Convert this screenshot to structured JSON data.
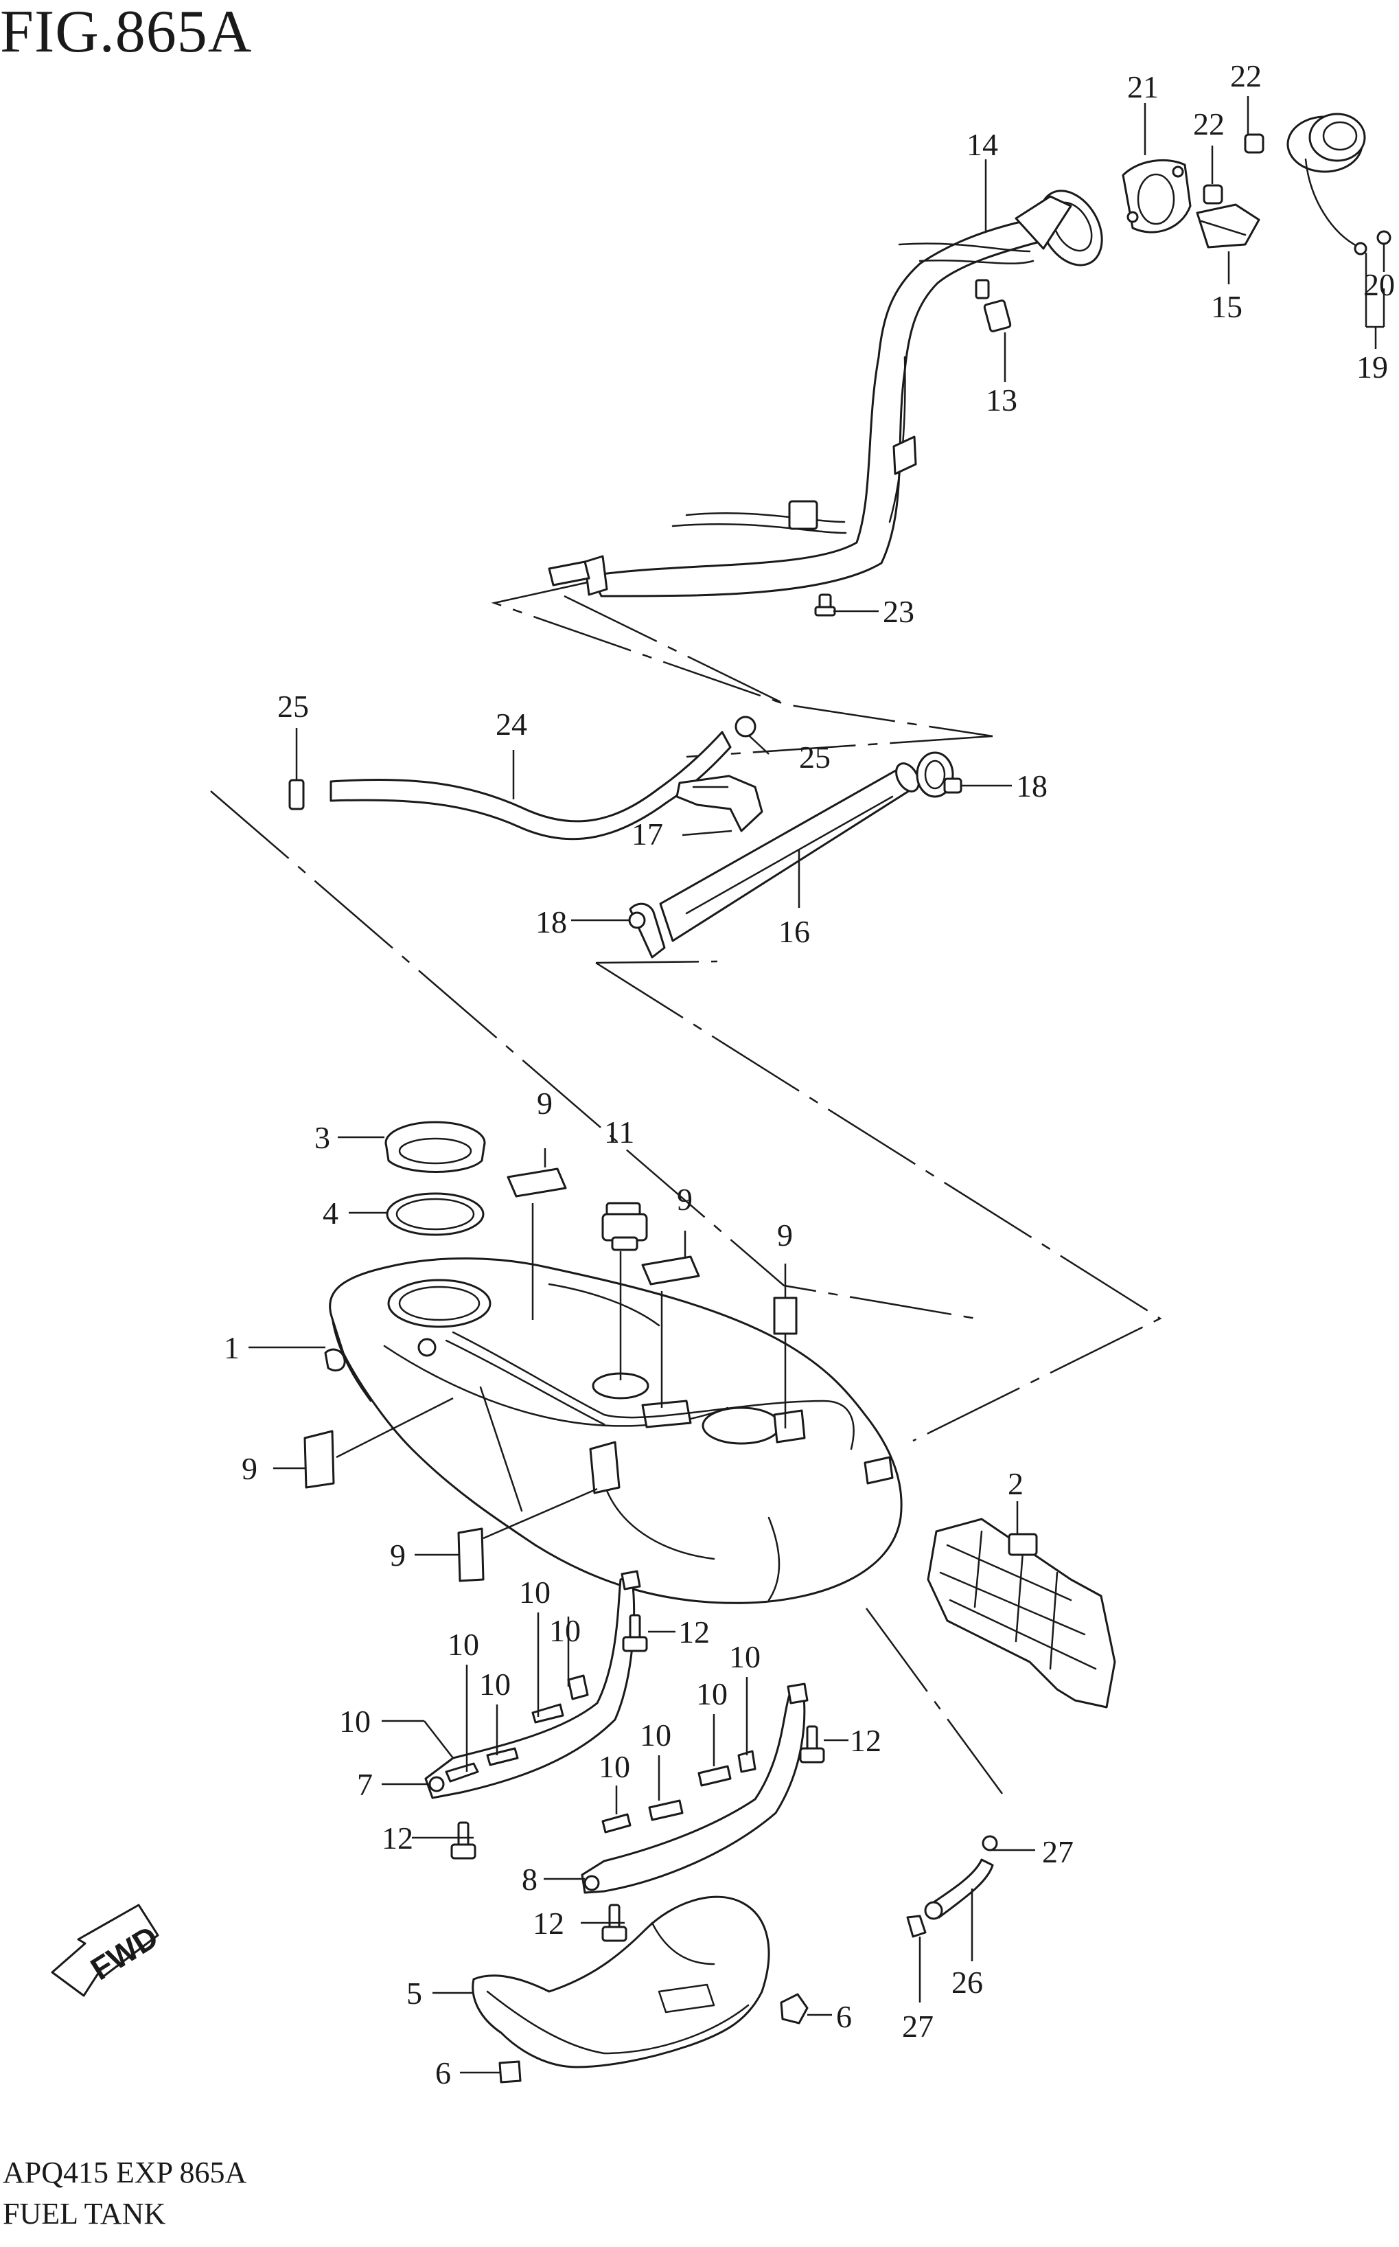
{
  "header": {
    "figure_title": "FIG.865A"
  },
  "footer": {
    "drawing_code": "APQ415 EXP 865A",
    "drawing_name": "FUEL TANK"
  },
  "direction_badge": {
    "label": "FWD"
  },
  "callouts": [
    {
      "id": "c1",
      "label": "1"
    },
    {
      "id": "c2",
      "label": "2"
    },
    {
      "id": "c3",
      "label": "3"
    },
    {
      "id": "c4",
      "label": "4"
    },
    {
      "id": "c5",
      "label": "5"
    },
    {
      "id": "c6a",
      "label": "6"
    },
    {
      "id": "c6b",
      "label": "6"
    },
    {
      "id": "c7",
      "label": "7"
    },
    {
      "id": "c8",
      "label": "8"
    },
    {
      "id": "c9a",
      "label": "9"
    },
    {
      "id": "c9b",
      "label": "9"
    },
    {
      "id": "c9c",
      "label": "9"
    },
    {
      "id": "c9d",
      "label": "9"
    },
    {
      "id": "c9e",
      "label": "9"
    },
    {
      "id": "c10a",
      "label": "10"
    },
    {
      "id": "c10b",
      "label": "10"
    },
    {
      "id": "c10c",
      "label": "10"
    },
    {
      "id": "c10d",
      "label": "10"
    },
    {
      "id": "c10e",
      "label": "10"
    },
    {
      "id": "c10f",
      "label": "10"
    },
    {
      "id": "c10g",
      "label": "10"
    },
    {
      "id": "c10h",
      "label": "10"
    },
    {
      "id": "c10i",
      "label": "10"
    },
    {
      "id": "c11",
      "label": "11"
    },
    {
      "id": "c12a",
      "label": "12"
    },
    {
      "id": "c12b",
      "label": "12"
    },
    {
      "id": "c12c",
      "label": "12"
    },
    {
      "id": "c12d",
      "label": "12"
    },
    {
      "id": "c13",
      "label": "13"
    },
    {
      "id": "c14",
      "label": "14"
    },
    {
      "id": "c15",
      "label": "15"
    },
    {
      "id": "c16",
      "label": "16"
    },
    {
      "id": "c17",
      "label": "17"
    },
    {
      "id": "c18a",
      "label": "18"
    },
    {
      "id": "c18b",
      "label": "18"
    },
    {
      "id": "c19",
      "label": "19"
    },
    {
      "id": "c20",
      "label": "20"
    },
    {
      "id": "c21",
      "label": "21"
    },
    {
      "id": "c22a",
      "label": "22"
    },
    {
      "id": "c22b",
      "label": "22"
    },
    {
      "id": "c23",
      "label": "23"
    },
    {
      "id": "c24",
      "label": "24"
    },
    {
      "id": "c25a",
      "label": "25"
    },
    {
      "id": "c25b",
      "label": "25"
    },
    {
      "id": "c26",
      "label": "26"
    },
    {
      "id": "c27a",
      "label": "27"
    },
    {
      "id": "c27b",
      "label": "27"
    }
  ]
}
